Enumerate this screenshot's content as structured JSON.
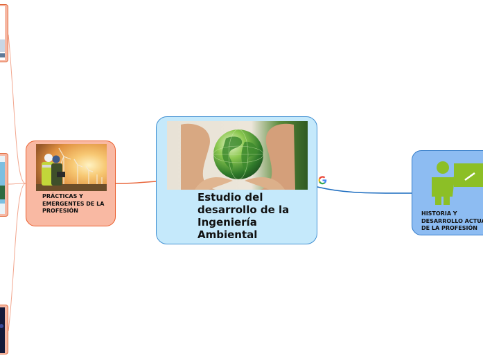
{
  "central": {
    "title": "Estudio del desarrollo de la Ingeniería Ambiental",
    "image_icon": "globe-in-hands-icon"
  },
  "practicas": {
    "label": "PRÁCTICAS Y EMERGENTES DE LA PROFESIÓN",
    "image_icon": "engineers-wind-turbines-icon"
  },
  "historia": {
    "label": "HISTORIA Y\nDESARROLLO ACTUAL\nDE LA PROFESIÓN",
    "image_icon": "presenter-board-icon"
  },
  "colors": {
    "central_fill": "#c5e9fb",
    "central_border": "#3f8fd2",
    "practicas_fill": "#f9b9a3",
    "practicas_border": "#ea5c2b",
    "historia_fill": "#8dbcf2",
    "historia_border": "#2f79c8",
    "link_orange": "#e8653a",
    "link_blue": "#1a6bbf",
    "presenter_green": "#8cbf26"
  }
}
